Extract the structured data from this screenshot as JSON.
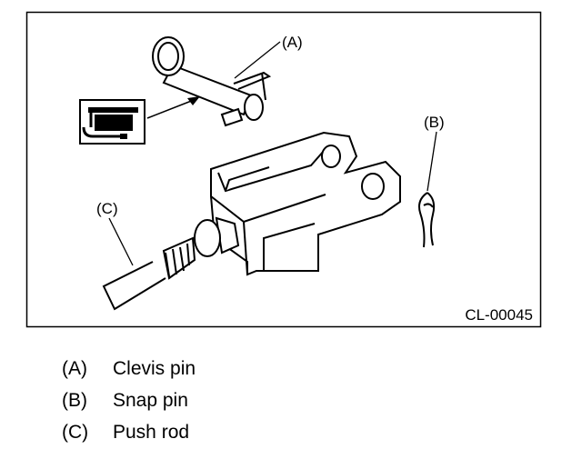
{
  "figure_id": "CL-00045",
  "callouts": [
    {
      "key": "(A)",
      "name": "Clevis pin"
    },
    {
      "key": "(B)",
      "name": "Snap pin"
    },
    {
      "key": "(C)",
      "name": "Push rod"
    }
  ],
  "icons": [
    "grease-application-icon",
    "clevis-pin-icon",
    "snap-pin-icon",
    "push-rod-icon",
    "clevis-yoke-icon"
  ]
}
